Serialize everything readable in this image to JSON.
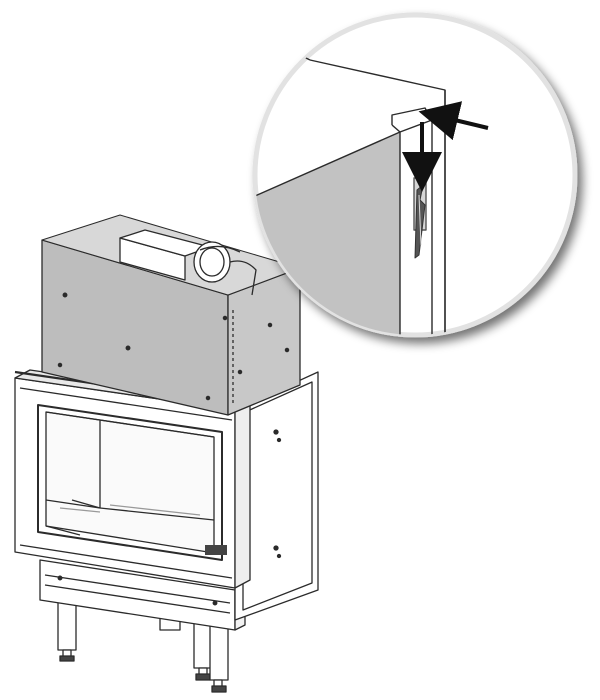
{
  "diagram": {
    "kind": "fireplace-insert-assembly",
    "colors": {
      "background": "#ffffff",
      "line": "#2b2b2b",
      "panel_fill": "#bdbdbd",
      "detail_panel_fill": "#c2c2c2",
      "arrow": "#111111",
      "shadow": "#000000"
    },
    "icons": [
      "fireplace-insert",
      "zoom-detail-callout",
      "arrow-left",
      "arrow-down",
      "spring-clip"
    ]
  }
}
